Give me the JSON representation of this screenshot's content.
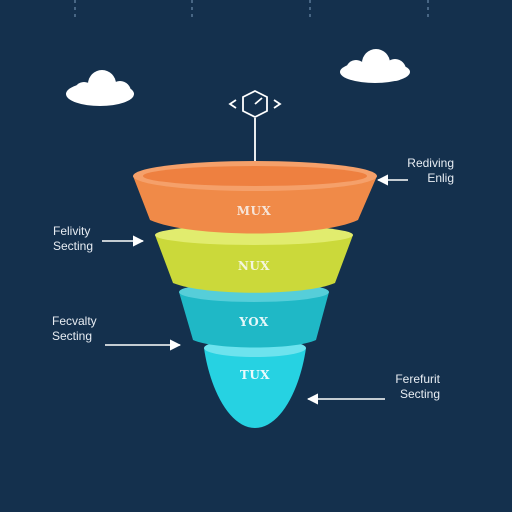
{
  "diagram": {
    "type": "funnel",
    "layers": [
      {
        "label": "MUX",
        "color": "#f08a48",
        "text_color": "#f6e4d8"
      },
      {
        "label": "NUX",
        "color": "#cbd93a",
        "text_color": "#f4f6dc"
      },
      {
        "label": "YOX",
        "color": "#1fb8c6",
        "text_color": "#e6f7f9"
      },
      {
        "label": "TUX",
        "color": "#26d2e2",
        "text_color": "#eafafc"
      }
    ],
    "annotations": {
      "top_right": {
        "line1": "Rediving",
        "line2": "Enlig"
      },
      "left_upper": {
        "line1": "Felivity",
        "line2": "Secting"
      },
      "left_lower": {
        "line1": "Fecvalty",
        "line2": "Secting"
      },
      "right_lower": {
        "line1": "Ferefurit",
        "line2": "Secting"
      }
    },
    "top_icon": "hexagon-gauge-icon"
  },
  "colors": {
    "background": "#14304d",
    "arrow": "#ffffff",
    "cloud": "#ffffff"
  }
}
